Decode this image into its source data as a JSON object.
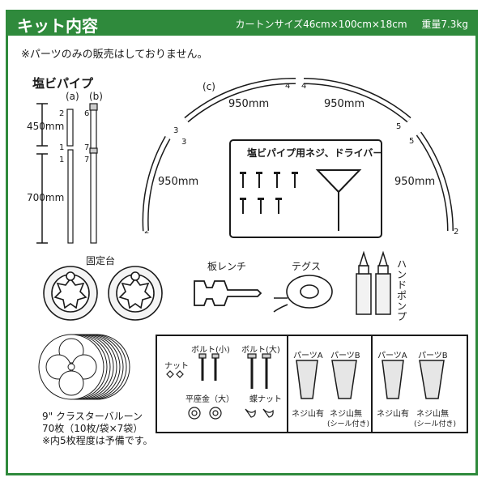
{
  "header": {
    "title": "キット内容",
    "carton_size": "カートンサイズ46cm×100cm×18cm",
    "weight": "重量7.3kg"
  },
  "notice": "※パーツのみの販売はしておりません。",
  "pipes": {
    "title": "塩ビパイプ",
    "label_a": "(a)",
    "label_b": "(b)",
    "label_c": "(c)",
    "dim_upper": "450mm",
    "dim_lower": "700mm",
    "arc_length": "950mm",
    "numbers": [
      "1",
      "2",
      "3",
      "4",
      "5",
      "6",
      "7"
    ]
  },
  "screws": {
    "title": "塩ビパイプ用ネジ、ドライバー"
  },
  "tools": {
    "base": "固定台",
    "wrench": "板レンチ",
    "tape": "テグス",
    "pump": "ハンドポンプ"
  },
  "balloons": {
    "line1": "9\" クラスターバルーン",
    "line2": "70枚（10枚/袋×7袋）",
    "line3": "※内5枚程度は予備です。"
  },
  "parts": {
    "nut": "ナット",
    "bolt_small": "ボルト(小)",
    "bolt_large": "ボルト(大)",
    "washer": "平座金（大）",
    "wing_nut": "蝶ナット",
    "part_a": "パーツA",
    "part_b": "パーツB",
    "threaded": "ネジ山有",
    "unthreaded": "ネジ山無",
    "sealed": "(シール付き)"
  }
}
